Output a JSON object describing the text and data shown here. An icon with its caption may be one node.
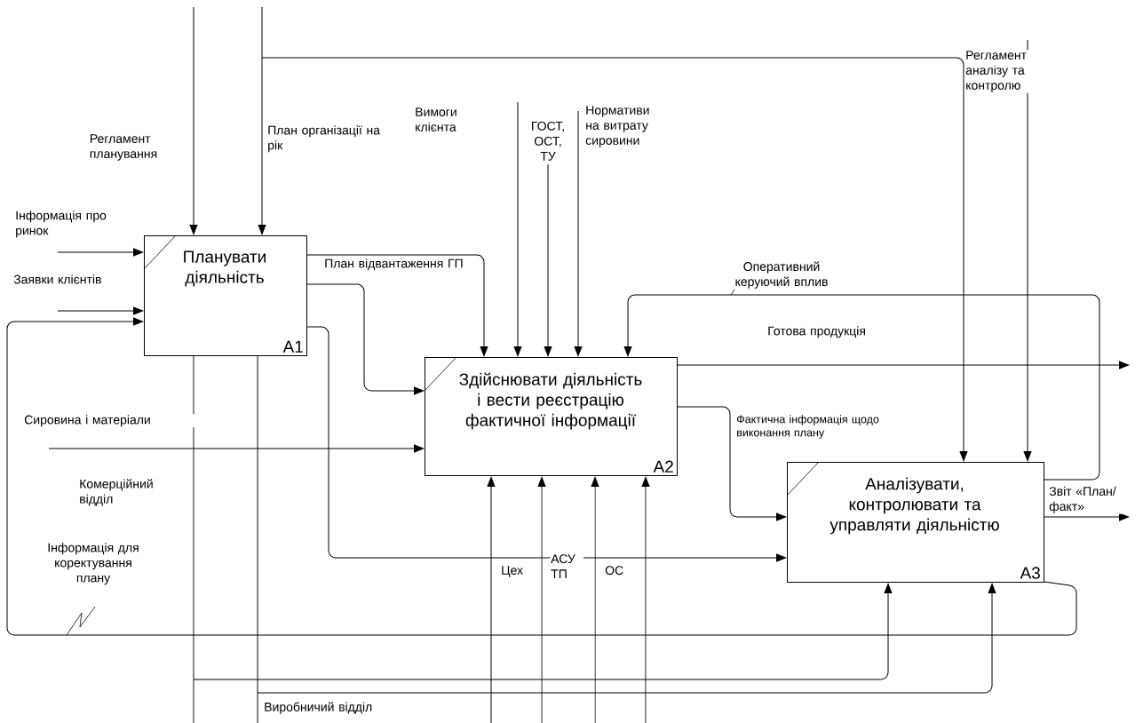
{
  "diagram": {
    "nodes": [
      {
        "text": [
          "Планувати діяльність",
          "A1"
        ]
      },
      {
        "text": [
          "Здійснювати діяльність і вести реєстрацію фактичної інформації",
          "A2"
        ]
      },
      {
        "text": [
          "Аналізувати, контролювати та управляти діяльністю",
          "A3"
        ]
      }
    ],
    "edges": [
      {
        "from": null,
        "to": 0,
        "arrow": "to",
        "label": "Регламент планування"
      },
      {
        "from": null,
        "to": 0,
        "arrow": "to",
        "label": "План організації на рік"
      },
      {
        "from": null,
        "to": 2,
        "arrow": "to"
      },
      {
        "from": null,
        "to": 2,
        "arrow": "to",
        "label": "Регламент аналізу та контролю"
      },
      {
        "from": null,
        "to": 0,
        "arrow": "to",
        "label": "Інформація про ринок"
      },
      {
        "from": null,
        "to": 0,
        "arrow": "to",
        "label": "Заявки клієнтів"
      },
      {
        "from": 2,
        "to": 0,
        "arrow": "to",
        "label": "Інформація для коректування плану"
      },
      {
        "from": 0,
        "to": 1,
        "arrow": "to",
        "label": "План відвантаження ГП"
      },
      {
        "from": 0,
        "to": 1,
        "arrow": "to"
      },
      {
        "from": null,
        "to": 1,
        "arrow": "to",
        "label": "Вимоги клієнта"
      },
      {
        "from": null,
        "to": 1,
        "arrow": "to",
        "label": "ГОСТ, ОСТ, ТУ"
      },
      {
        "from": null,
        "to": 1,
        "arrow": "to",
        "label": "Нормативи на витрату сировини"
      },
      {
        "from": 2,
        "to": 1,
        "arrow": "to",
        "label": "Оперативний керуючий вплив"
      },
      {
        "from": null,
        "to": 1,
        "arrow": "to",
        "label": "Сировина і матеріали"
      },
      {
        "from": 1,
        "to": null,
        "arrow": "to",
        "label": "Готова продукція"
      },
      {
        "from": 1,
        "to": 2,
        "arrow": "to",
        "label": "Фактична інформація щодо виконання плану"
      },
      {
        "from": 2,
        "to": null,
        "arrow": "to",
        "label": "Звіт «План/ факт»"
      },
      {
        "from": 0,
        "to": 2,
        "arrow": "to"
      },
      {
        "from": null,
        "to": 0,
        "arrow": "none",
        "label": "Комерційний відділ"
      },
      {
        "from": null,
        "to": 2,
        "arrow": "to"
      },
      {
        "from": null,
        "to": 0,
        "arrow": "none",
        "label": "Виробничий відділ"
      },
      {
        "from": null,
        "to": 2,
        "arrow": "to"
      },
      {
        "from": null,
        "to": 1,
        "arrow": "to",
        "label": "Цех"
      },
      {
        "from": null,
        "to": 1,
        "arrow": "to",
        "label": "АСУ ТП"
      },
      {
        "from": null,
        "to": 1,
        "arrow": "to",
        "label": "ОС"
      },
      {
        "from": null,
        "to": 1,
        "arrow": "to"
      }
    ]
  }
}
